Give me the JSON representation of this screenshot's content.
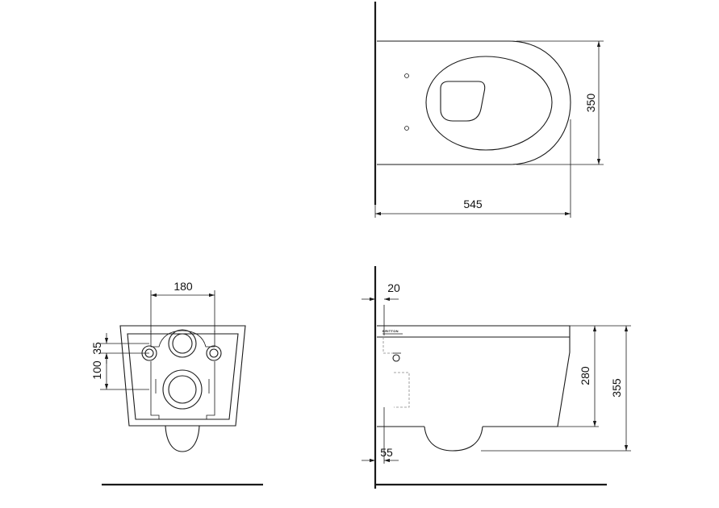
{
  "top_view": {
    "length_label": "545",
    "width_label": "350"
  },
  "front_view": {
    "fixing_spacing_label": "180",
    "upper_offset_label": "35",
    "fixing_height_label": "100"
  },
  "side_view": {
    "wall_gap_label": "20",
    "bottom_gap_label": "55",
    "bowl_height_label": "280",
    "overall_height_label": "355",
    "brand_mark": "BRITTON"
  }
}
